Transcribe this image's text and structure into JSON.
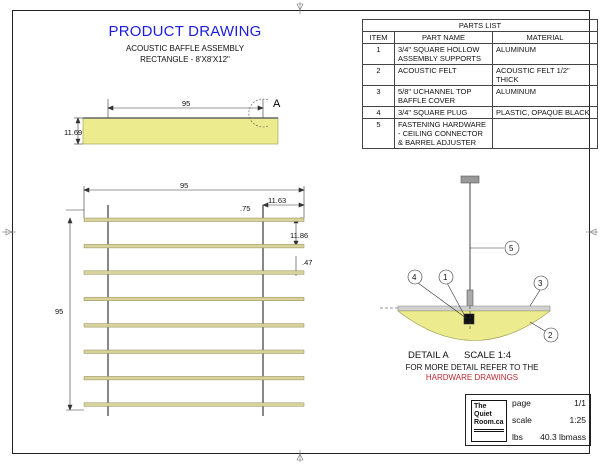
{
  "title": "PRODUCT DRAWING",
  "subtitle_line1": "ACOUSTIC BAFFLE ASSEMBLY",
  "subtitle_line2": "RECTANGLE - 8'X8'X12\"",
  "parts_list": {
    "caption": "PARTS LIST",
    "headers": [
      "ITEM",
      "PART NAME",
      "MATERIAL"
    ],
    "rows": [
      {
        "item": "1",
        "part": "3/4\" SQUARE HOLLOW ASSEMBLY SUPPORTS",
        "material": "ALUMINUM"
      },
      {
        "item": "2",
        "part": "ACOUSTIC FELT",
        "material": "ACOUSTIC FELT 1/2\" THICK"
      },
      {
        "item": "3",
        "part": "5/8\" UCHANNEL TOP BAFFLE COVER",
        "material": "ALUMINUM"
      },
      {
        "item": "4",
        "part": "3/4\" SQUARE PLUG",
        "material": "PLASTIC, OPAQUE BLACK"
      },
      {
        "item": "5",
        "part": "FASTENING HARDWARE - CEILING CONNECTOR & BARREL ADJUSTER",
        "material": ""
      }
    ]
  },
  "side_view": {
    "width_label": "95",
    "height_label": "11.69",
    "detail_callout": "A"
  },
  "top_view": {
    "width_label": "95",
    "height_label": "95",
    "offset_label": ".75",
    "edge_label": "11.63",
    "spacing_label": "11.86",
    "thickness_label": ".47",
    "baffle_count": 8
  },
  "detail": {
    "label": "DETAIL A",
    "scale_text": "SCALE 1:4",
    "note": "FOR MORE DETAIL REFER TO THE",
    "link": "HARDWARE DRAWINGS",
    "balloons": [
      "4",
      "1",
      "3",
      "2",
      "5"
    ]
  },
  "title_block": {
    "logo_line1": "The",
    "logo_line2": "Quiet",
    "logo_line3": "Room.ca",
    "page_key": "page",
    "page_val": "1/1",
    "scale_key": "scale",
    "scale_val": "1:25",
    "mass_key": "lbs",
    "mass_val": "40.3 lbmass"
  },
  "colors": {
    "felt": "#ecec8f",
    "felt_edge": "#9a9a50",
    "baffle_bar": "#d8d39a",
    "title_blue": "#1d1ddd",
    "link_red": "#c0272d"
  }
}
